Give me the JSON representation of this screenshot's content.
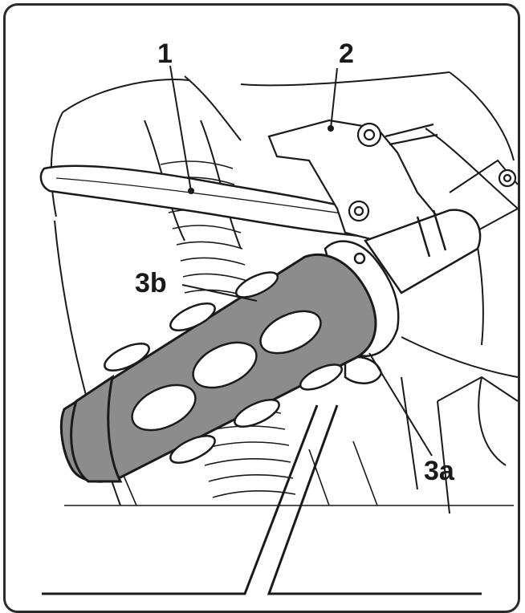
{
  "labels": {
    "lever": "1",
    "adjuster": "2",
    "grip_nut": "3a",
    "grip": "3b"
  },
  "colors": {
    "grip_fill": "#8c8c8c",
    "line": "#1a1a1a",
    "frame": "#2a2a2a"
  }
}
